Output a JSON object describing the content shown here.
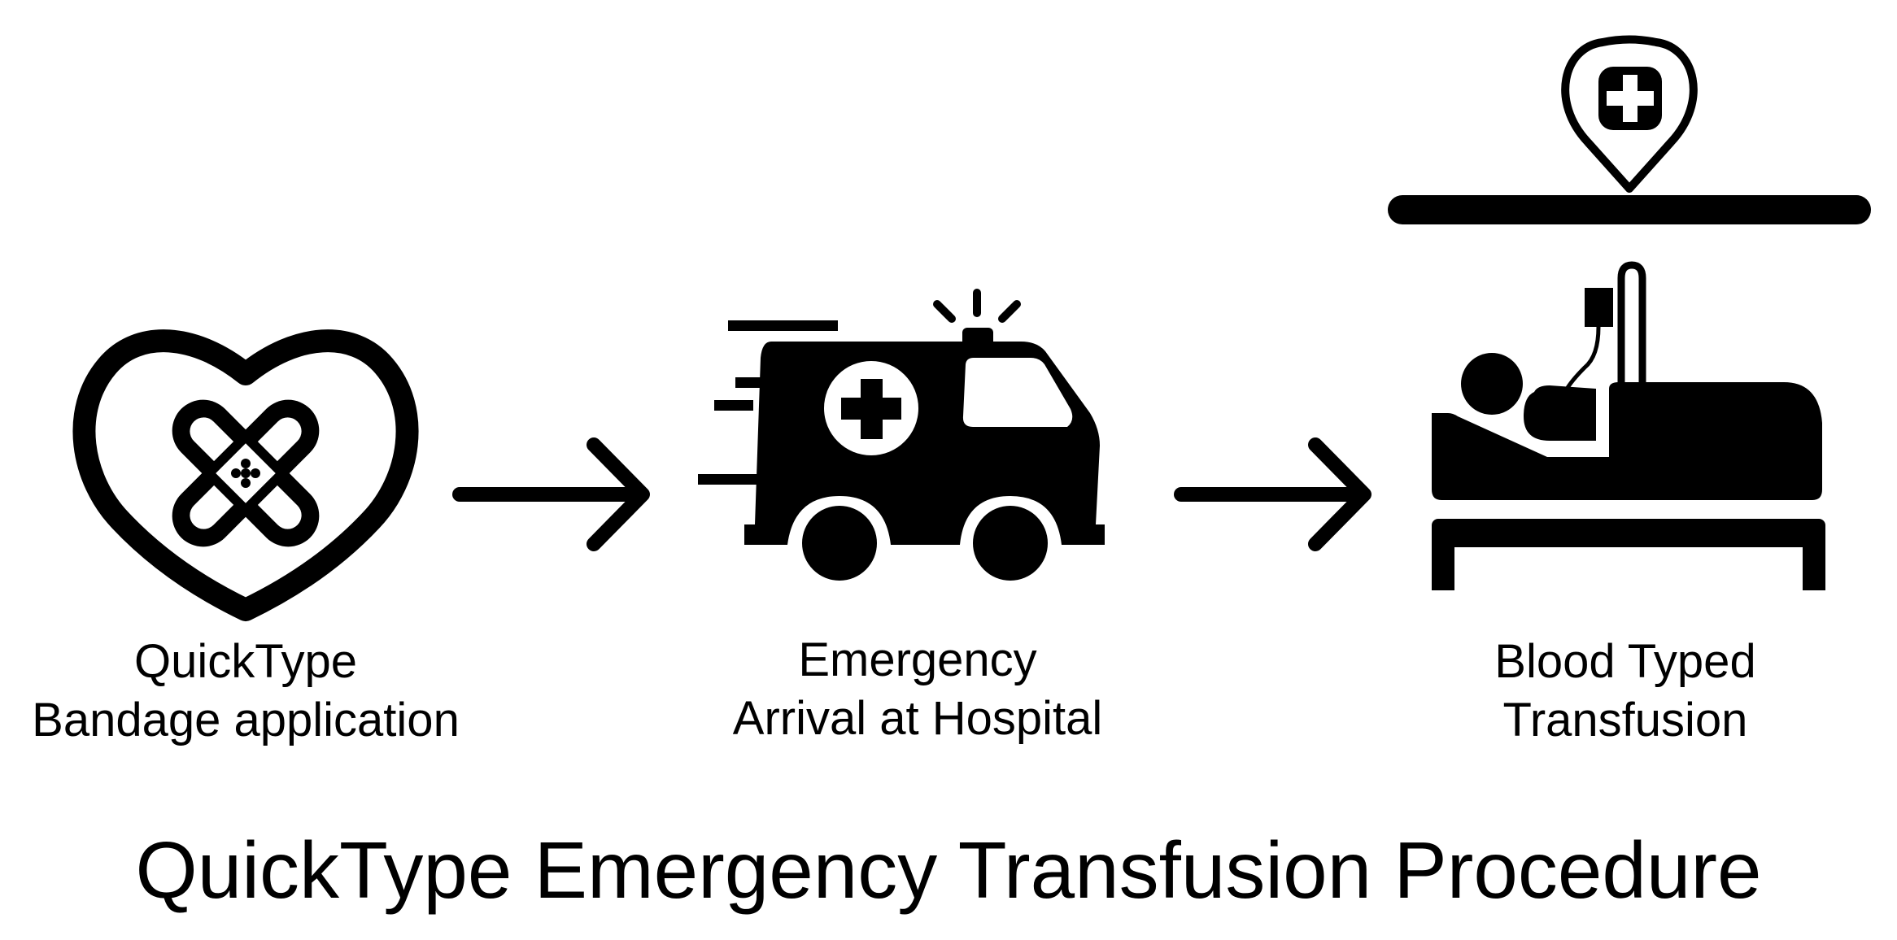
{
  "title": "QuickType Emergency Transfusion Procedure",
  "steps": [
    {
      "icon": "heart-bandage-icon",
      "label_line1": "QuickType",
      "label_line2": "Bandage application"
    },
    {
      "icon": "ambulance-icon",
      "label_line1": "Emergency",
      "label_line2": "Arrival at Hospital"
    },
    {
      "icon": "hospital-bed-transfusion-icon",
      "label_line1": "Blood Typed",
      "label_line2": "Transfusion"
    }
  ],
  "colors": {
    "ink": "#000000",
    "background": "#ffffff"
  }
}
